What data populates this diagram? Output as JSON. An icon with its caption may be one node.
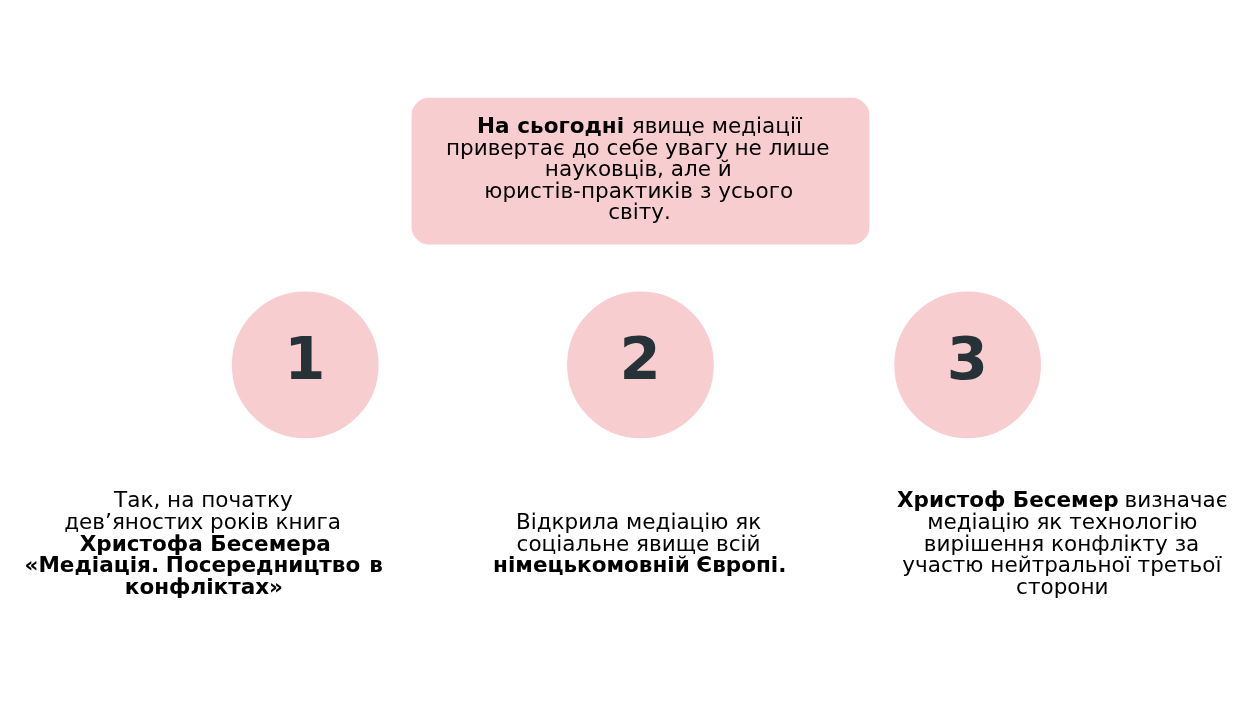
{
  "diagram": {
    "nodes": [
      {
        "text": [
          "**На сьогодні** явище медіації привертає до себе увагу не лише науковців, але й юристів-практиків з усього світу."
        ]
      },
      {
        "text": [
          "1"
        ],
        "beside": [
          "Так, на початку дев’яностих років книга **Христофа Бесемера «Медіація. Посередництво в конфліктах»**"
        ]
      },
      {
        "text": [
          "2"
        ],
        "beside": [
          "Відкрила медіацію як соціальне явище всій **німецькомовній Європі.**"
        ]
      },
      {
        "text": [
          "3"
        ],
        "beside": [
          "**Христоф Бесемер** визначає медіацію як технологію вирішення конфлікту за участю нейтральної третьої сторони"
        ]
      }
    ],
    "edges": []
  }
}
